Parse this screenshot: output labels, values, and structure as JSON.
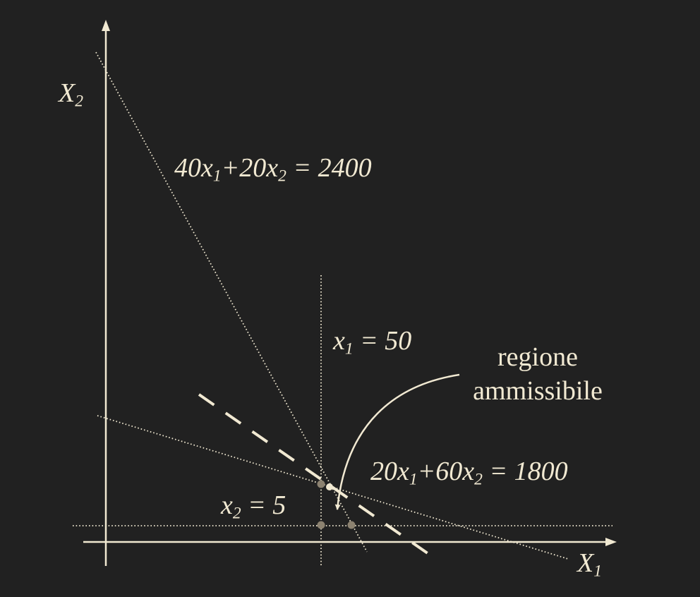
{
  "colors": {
    "background": "#212121",
    "ink": "#f1e9d2",
    "point": "#8c8270"
  },
  "axes": {
    "x_symbol": "X",
    "x_index": "1",
    "y_symbol": "X",
    "y_index": "2"
  },
  "constraints": {
    "c1": {
      "a": "40x",
      "i1": "1",
      "b": "+20x",
      "i2": "2",
      "rhs": " = 2400"
    },
    "c2": {
      "a": "20x",
      "i1": "1",
      "b": "+60x",
      "i2": "2",
      "rhs": " = 1800"
    },
    "c3": {
      "var": "x",
      "idx": "1",
      "rhs": " = 50"
    },
    "c4": {
      "var": "x",
      "idx": "2",
      "rhs": " = 5"
    }
  },
  "region": {
    "line1": "regione",
    "line2": "ammissibile"
  }
}
